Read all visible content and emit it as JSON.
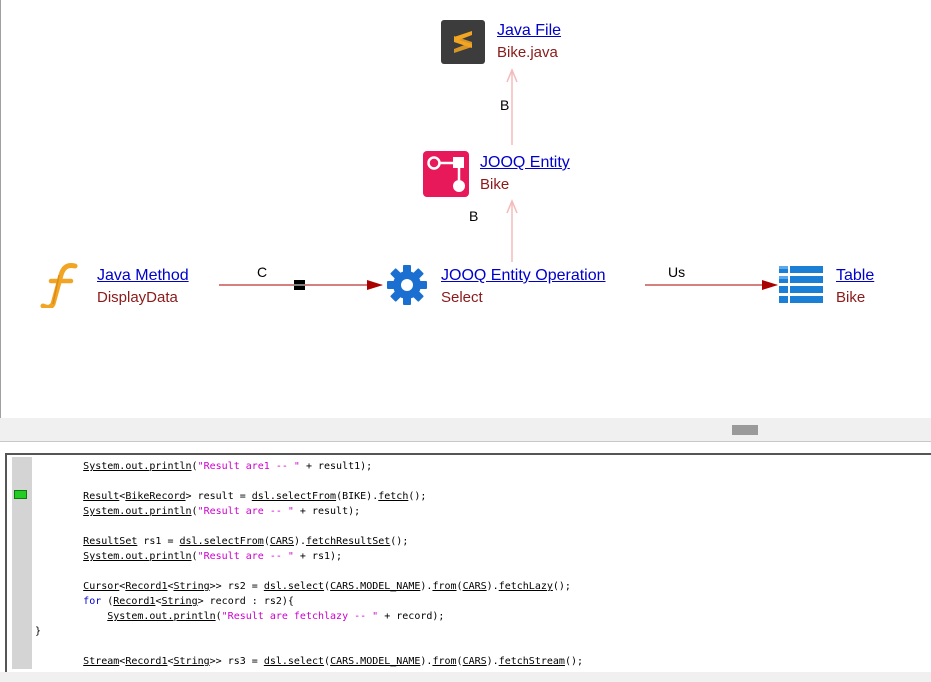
{
  "diagram": {
    "nodes": {
      "java_file": {
        "title": "Java File",
        "subtitle": "Bike.java"
      },
      "jooq_entity": {
        "title": "JOOQ Entity",
        "subtitle": "Bike"
      },
      "java_method": {
        "title": "Java Method",
        "subtitle": "DisplayData"
      },
      "jooq_entity_operation": {
        "title": "JOOQ Entity Operation",
        "subtitle": "Select"
      },
      "table": {
        "title": "Table",
        "subtitle": "Bike"
      }
    },
    "edges": {
      "entity_to_file": "B",
      "operation_to_entity": "B",
      "method_to_operation": "C",
      "operation_to_table": "Us"
    },
    "colors": {
      "link": "#0000cc",
      "subtitle": "#8b1a1a",
      "edge": "#aa0000",
      "java_file_icon": "#3c3c3c",
      "jooq_entity_icon": "#e8195a",
      "method_icon": "#f2a423",
      "gear_icon": "#1b6fd1",
      "table_icon": "#1b7fd6"
    }
  },
  "code": {
    "lines": [
      {
        "indent": "        ",
        "parts": [
          {
            "t": "System.out.println",
            "c": "u"
          },
          {
            "t": "("
          },
          {
            "t": "\"Result are1 -- \"",
            "c": "str"
          },
          {
            "t": " + result1);"
          }
        ]
      },
      {
        "indent": "",
        "parts": []
      },
      {
        "indent": "        ",
        "parts": [
          {
            "t": "Result",
            "c": "u"
          },
          {
            "t": "<"
          },
          {
            "t": "BikeRecord",
            "c": "u"
          },
          {
            "t": "> result = "
          },
          {
            "t": "dsl.selectFrom",
            "c": "u"
          },
          {
            "t": "(BIKE)."
          },
          {
            "t": "fetch",
            "c": "u"
          },
          {
            "t": "();"
          }
        ]
      },
      {
        "indent": "        ",
        "parts": [
          {
            "t": "System.out.println",
            "c": "u"
          },
          {
            "t": "("
          },
          {
            "t": "\"Result are -- \"",
            "c": "str"
          },
          {
            "t": " + result);"
          }
        ]
      },
      {
        "indent": "",
        "parts": []
      },
      {
        "indent": "        ",
        "parts": [
          {
            "t": "ResultSet",
            "c": "u"
          },
          {
            "t": " rs1 = "
          },
          {
            "t": "dsl.selectFrom",
            "c": "u"
          },
          {
            "t": "("
          },
          {
            "t": "CARS",
            "c": "u"
          },
          {
            "t": ")."
          },
          {
            "t": "fetchResultSet",
            "c": "u"
          },
          {
            "t": "();"
          }
        ]
      },
      {
        "indent": "        ",
        "parts": [
          {
            "t": "System.out.println",
            "c": "u"
          },
          {
            "t": "("
          },
          {
            "t": "\"Result are -- \"",
            "c": "str"
          },
          {
            "t": " + rs1);"
          }
        ]
      },
      {
        "indent": "",
        "parts": []
      },
      {
        "indent": "        ",
        "parts": [
          {
            "t": "Cursor",
            "c": "u"
          },
          {
            "t": "<"
          },
          {
            "t": "Record1",
            "c": "u"
          },
          {
            "t": "<"
          },
          {
            "t": "String",
            "c": "u"
          },
          {
            "t": ">> rs2 = "
          },
          {
            "t": "dsl.select",
            "c": "u"
          },
          {
            "t": "("
          },
          {
            "t": "CARS.MODEL_NAME",
            "c": "u"
          },
          {
            "t": ")."
          },
          {
            "t": "from",
            "c": "u"
          },
          {
            "t": "("
          },
          {
            "t": "CARS",
            "c": "u"
          },
          {
            "t": ")."
          },
          {
            "t": "fetchLazy",
            "c": "u"
          },
          {
            "t": "();"
          }
        ]
      },
      {
        "indent": "        ",
        "parts": [
          {
            "t": "for",
            "c": "kw"
          },
          {
            "t": " ("
          },
          {
            "t": "Record1",
            "c": "u"
          },
          {
            "t": "<"
          },
          {
            "t": "String",
            "c": "u"
          },
          {
            "t": "> record : rs2){"
          }
        ]
      },
      {
        "indent": "            ",
        "parts": [
          {
            "t": "System.out.println",
            "c": "u"
          },
          {
            "t": "("
          },
          {
            "t": "\"Result are fetchlazy -- \"",
            "c": "str"
          },
          {
            "t": " + record);"
          }
        ]
      },
      {
        "indent": "",
        "parts": [
          {
            "t": "}"
          }
        ]
      },
      {
        "indent": "",
        "parts": []
      },
      {
        "indent": "        ",
        "parts": [
          {
            "t": "Stream",
            "c": "u"
          },
          {
            "t": "<"
          },
          {
            "t": "Record1",
            "c": "u"
          },
          {
            "t": "<"
          },
          {
            "t": "String",
            "c": "u"
          },
          {
            "t": ">> rs3 = "
          },
          {
            "t": "dsl.select",
            "c": "u"
          },
          {
            "t": "("
          },
          {
            "t": "CARS.MODEL_NAME",
            "c": "u"
          },
          {
            "t": ")."
          },
          {
            "t": "from",
            "c": "u"
          },
          {
            "t": "("
          },
          {
            "t": "CARS",
            "c": "u"
          },
          {
            "t": ")."
          },
          {
            "t": "fetchStream",
            "c": "u"
          },
          {
            "t": "();"
          }
        ]
      }
    ]
  }
}
